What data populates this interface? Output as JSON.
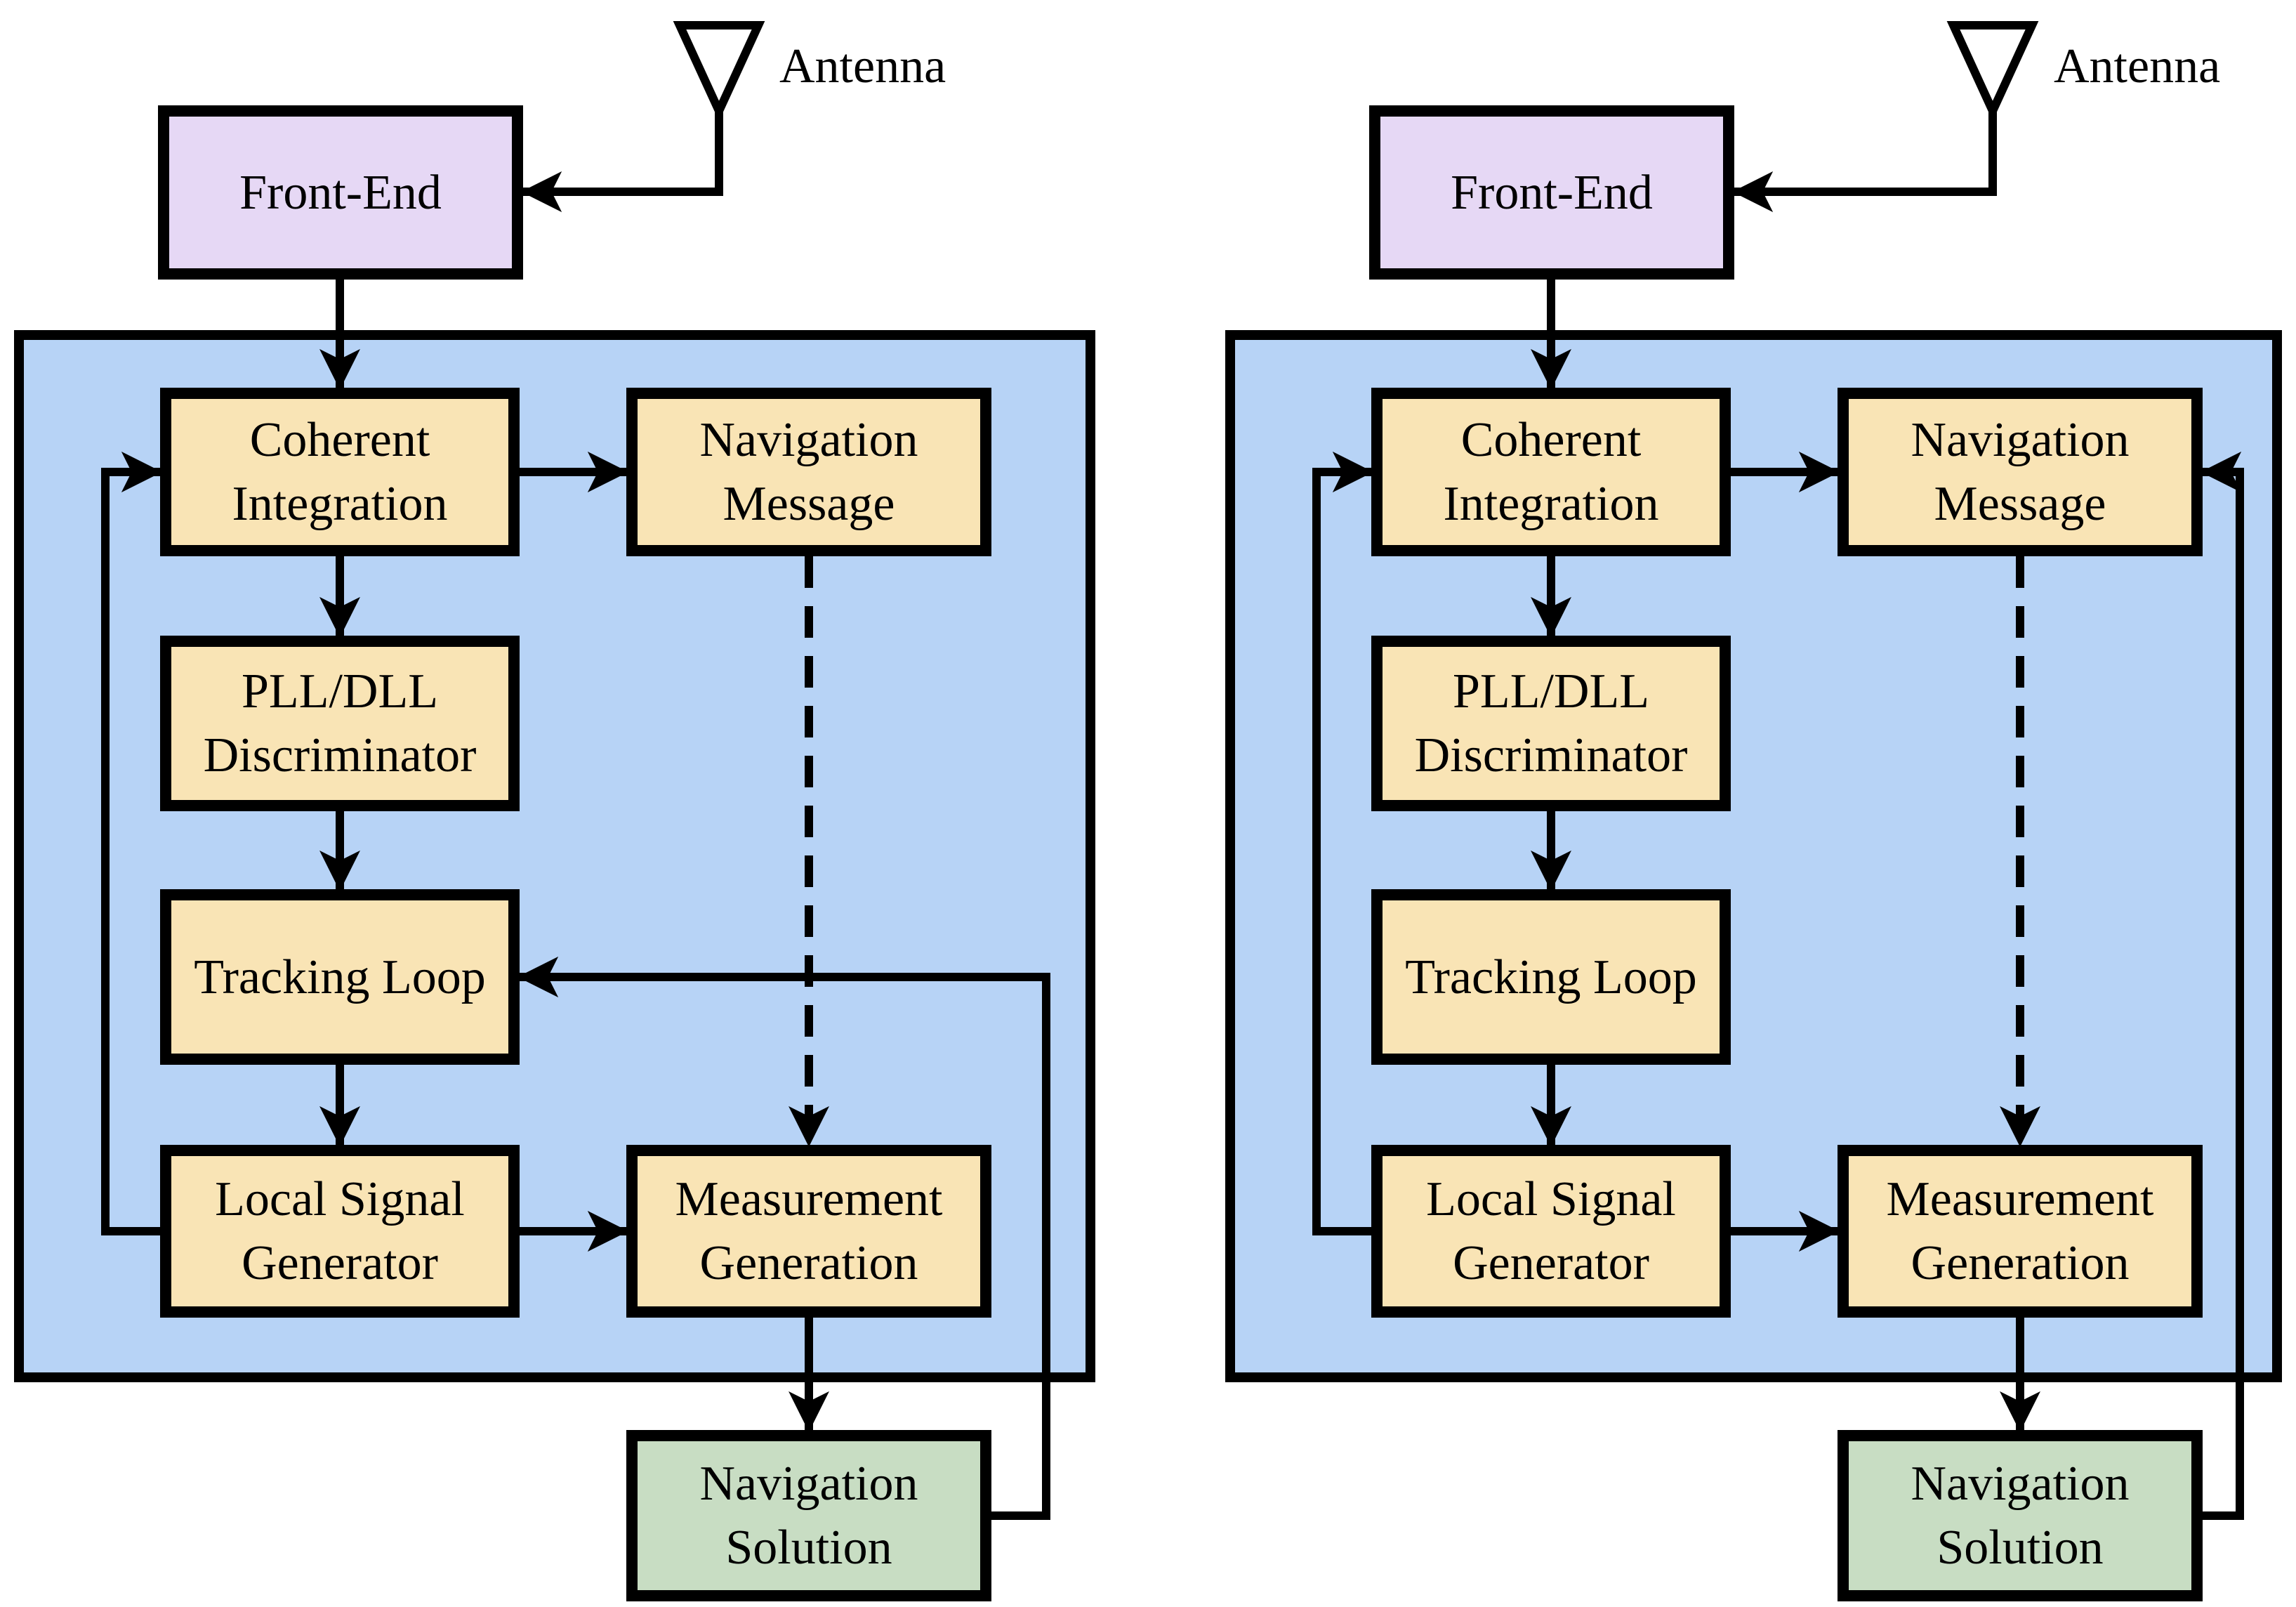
{
  "colors": {
    "container_fill": "#b7d3f6",
    "block_fill": "#f9e4b5",
    "front_end_fill": "#e6d8f5",
    "solution_fill": "#c8ddc3",
    "line": "#000000"
  },
  "diagrams": [
    {
      "antenna": "Antenna",
      "front_end": "Front-End",
      "coherent_integration": "Coherent\nIntegration",
      "navigation_message": "Navigation\nMessage",
      "pll_dll_discriminator": "PLL/DLL\nDiscriminator",
      "tracking_loop": "Tracking Loop",
      "local_signal_generator": "Local Signal\nGenerator",
      "measurement_generation": "Measurement\nGeneration",
      "navigation_solution": "Navigation\nSolution"
    },
    {
      "antenna": "Antenna",
      "front_end": "Front-End",
      "coherent_integration": "Coherent\nIntegration",
      "navigation_message": "Navigation\nMessage",
      "pll_dll_discriminator": "PLL/DLL\nDiscriminator",
      "tracking_loop": "Tracking Loop",
      "local_signal_generator": "Local Signal\nGenerator",
      "measurement_generation": "Measurement\nGeneration",
      "navigation_solution": "Navigation\nSolution"
    }
  ]
}
